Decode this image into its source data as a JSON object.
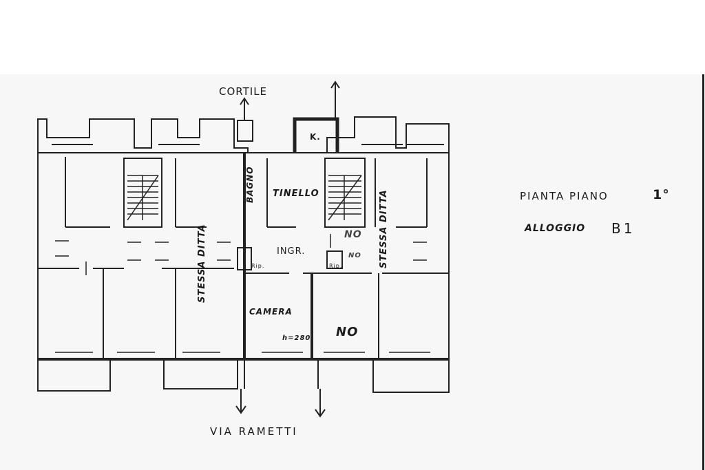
{
  "plan": {
    "title": "PIANTA PIANO",
    "floor": "1°",
    "unit_label": "ALLOGGIO",
    "unit_code": "B1",
    "north_label": "CORTILE",
    "south_label": "VIA RAMETTI"
  },
  "rooms": {
    "bagno": "BAGNO",
    "tinello": "TINELLO",
    "ingresso": "INGR.",
    "camera": "CAMERA",
    "kitchen": "K.",
    "stessa_ditta_left": "STESSA DITTA",
    "stessa_ditta_right": "STESSA DITTA",
    "no_top": "NO",
    "no_bottom": "NO",
    "rip_left": "Rip.",
    "rip_right": "Rip.",
    "height_note": "h=280",
    "no_small": "NO"
  }
}
